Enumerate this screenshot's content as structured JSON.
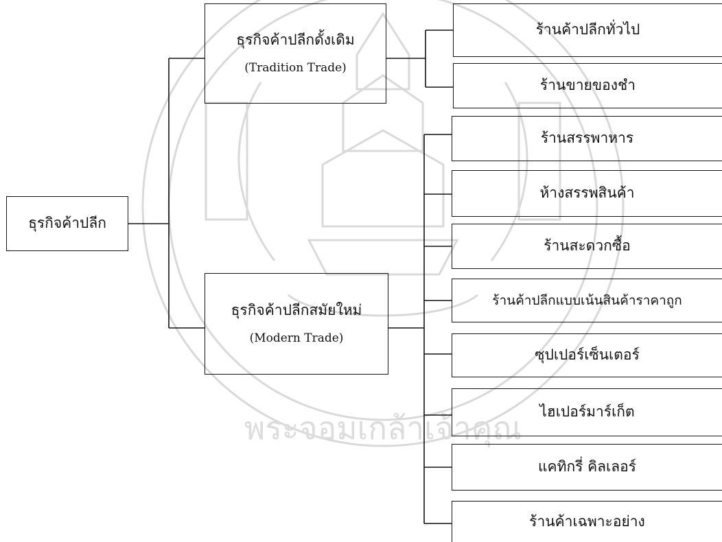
{
  "root": {
    "label": "ธุรกิจค้าปลีก"
  },
  "traditional": {
    "label": "ธุรกิจค้าปลีกดั้งเดิม",
    "sublabel": "(Tradition Trade)",
    "children": [
      "ร้านค้าปลีกทั่วไป",
      "ร้านขายของชำ"
    ]
  },
  "modern": {
    "label": "ธุรกิจค้าปลีกสมัยใหม่",
    "sublabel": "(Modern Trade)",
    "children": [
      "ร้านสรรพาหาร",
      "ห้างสรรพสินค้า",
      "ร้านสะดวกซื้อ",
      "ร้านค้าปลีกแบบเน้นสินค้าราคาถูก",
      "ซุปเปอร์เซ็นเตอร์",
      "ไฮเปอร์มาร์เก็ต",
      "แคทิกรี่ คิลเลอร์",
      "ร้านค้าเฉพาะอย่าง"
    ]
  },
  "watermark": {
    "text": "พระจอมเกล้าเจ้าคุณ",
    "color": "#d9d9d9"
  }
}
